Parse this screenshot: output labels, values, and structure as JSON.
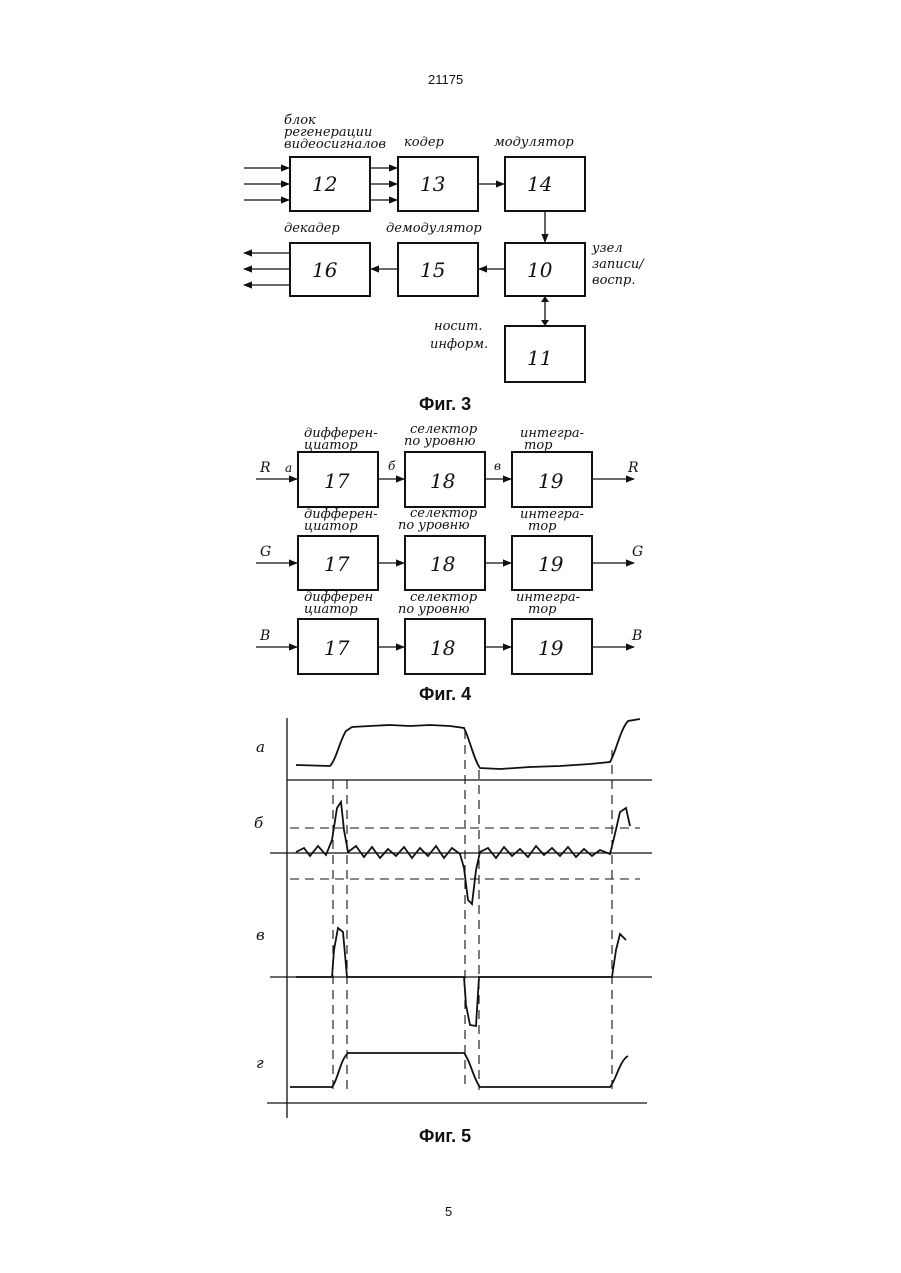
{
  "page_header": "21175",
  "page_footer": "5",
  "fig3": {
    "caption": "Фиг. 3",
    "labels": {
      "block12": "блок регенерации видеосигналов",
      "block13": "кодер",
      "block14": "модулятор",
      "block10": "узел записи/воспр.",
      "block15": "демодулятор",
      "block16": "декадер",
      "block11": "носит. информ."
    },
    "numbers": {
      "b12": "12",
      "b13": "13",
      "b14": "14",
      "b10": "10",
      "b15": "15",
      "b16": "16",
      "b11": "11"
    }
  },
  "fig4": {
    "caption": "Фиг. 4",
    "row_labels": {
      "diff": "дифференциатор",
      "sel": "селектор по уровню",
      "integ": "интегратор"
    },
    "numbers": {
      "diff": "17",
      "sel": "18",
      "integ": "19"
    },
    "inputs": [
      "R",
      "G",
      "B"
    ],
    "outputs": [
      "R",
      "G",
      "B"
    ],
    "points": {
      "a": "а",
      "b": "б",
      "v": "в"
    }
  },
  "fig5": {
    "caption": "Фиг. 5",
    "traces": [
      "а",
      "б",
      "в",
      "г"
    ]
  }
}
